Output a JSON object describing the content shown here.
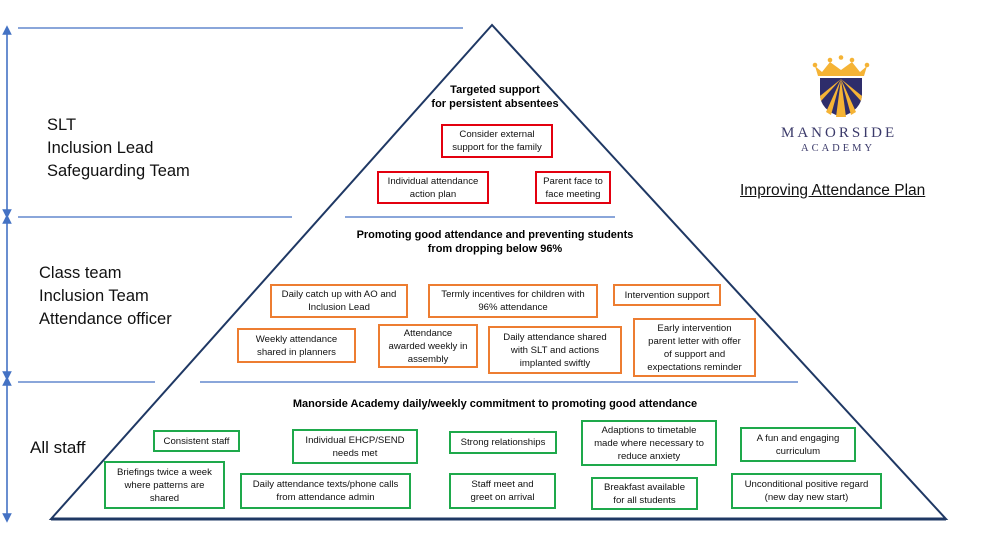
{
  "title": "Improving Attendance Plan",
  "logo": {
    "name": "MANORSIDE",
    "subtitle": "ACADEMY",
    "colors": {
      "navy": "#2e2d6b",
      "gold": "#f5b335"
    }
  },
  "colors": {
    "tier_top_border": "#e3000f",
    "tier_middle_border": "#ed7d31",
    "tier_bottom_border": "#1ea94b",
    "divider_lines": "#4472c4",
    "pyramid_outline": "#1f3864"
  },
  "tiers": [
    {
      "id": "top",
      "staff": [
        "SLT",
        "Inclusion Lead",
        "Safeguarding Team"
      ],
      "heading": "Targeted support\nfor persistent absentees",
      "items": [
        "Consider external\nsupport for the family",
        "Individual attendance\naction plan",
        "Parent face to\nface meeting"
      ]
    },
    {
      "id": "middle",
      "staff": [
        "Class team",
        "Inclusion Team",
        "Attendance officer"
      ],
      "heading": "Promoting good attendance and preventing students\nfrom dropping below 96%",
      "items": [
        "Daily catch up with AO and\nInclusion Lead",
        "Termly incentives for children with\n96% attendance",
        "Intervention support",
        "Weekly attendance\nshared in planners",
        "Attendance\nawarded weekly in\nassembly",
        "Daily attendance shared\nwith SLT and actions\nimplanted swiftly",
        "Early intervention\nparent letter with offer\nof support and\nexpectations reminder"
      ]
    },
    {
      "id": "bottom",
      "staff": [
        "All staff"
      ],
      "heading": "Manorside Academy daily/weekly commitment to promoting good attendance",
      "items": [
        "Consistent staff",
        "Individual EHCP/SEND\nneeds met",
        "Strong relationships",
        "Adaptions to timetable\nmade where necessary to\nreduce anxiety",
        "A fun and engaging\ncurriculum",
        "Briefings twice a week\nwhere patterns are\nshared",
        "Daily attendance texts/phone calls\nfrom attendance admin",
        "Staff meet and\ngreet on arrival",
        "Breakfast available\nfor all students",
        "Unconditional positive regard\n(new day new start)"
      ]
    }
  ]
}
